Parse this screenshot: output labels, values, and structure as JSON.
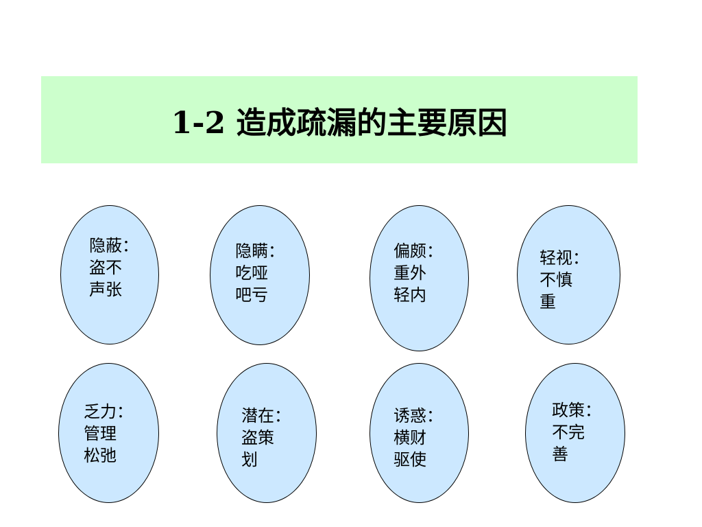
{
  "title": "1-2 造成疏漏的主要原因",
  "colors": {
    "title_band": "#ccffcc",
    "oval_fill": "#cce8ff",
    "oval_stroke": "#000000",
    "text": "#000000"
  },
  "causes": [
    {
      "line1": "隐蔽：",
      "line2": "盗不",
      "line3": "声张"
    },
    {
      "line1": "隐瞒：",
      "line2": "吃哑",
      "line3": "吧亏"
    },
    {
      "line1": "偏颇：",
      "line2": "重外",
      "line3": "轻内"
    },
    {
      "line1": "轻视：",
      "line2": "不慎",
      "line3": "重"
    },
    {
      "line1": "乏力：",
      "line2": "管理",
      "line3": "松弛"
    },
    {
      "line1": "潜在：",
      "line2": "盗策",
      "line3": "划"
    },
    {
      "line1": "诱惑：",
      "line2": "横财",
      "line3": "驱使"
    },
    {
      "line1": "政策：",
      "line2": "不完",
      "line3": "善"
    }
  ]
}
